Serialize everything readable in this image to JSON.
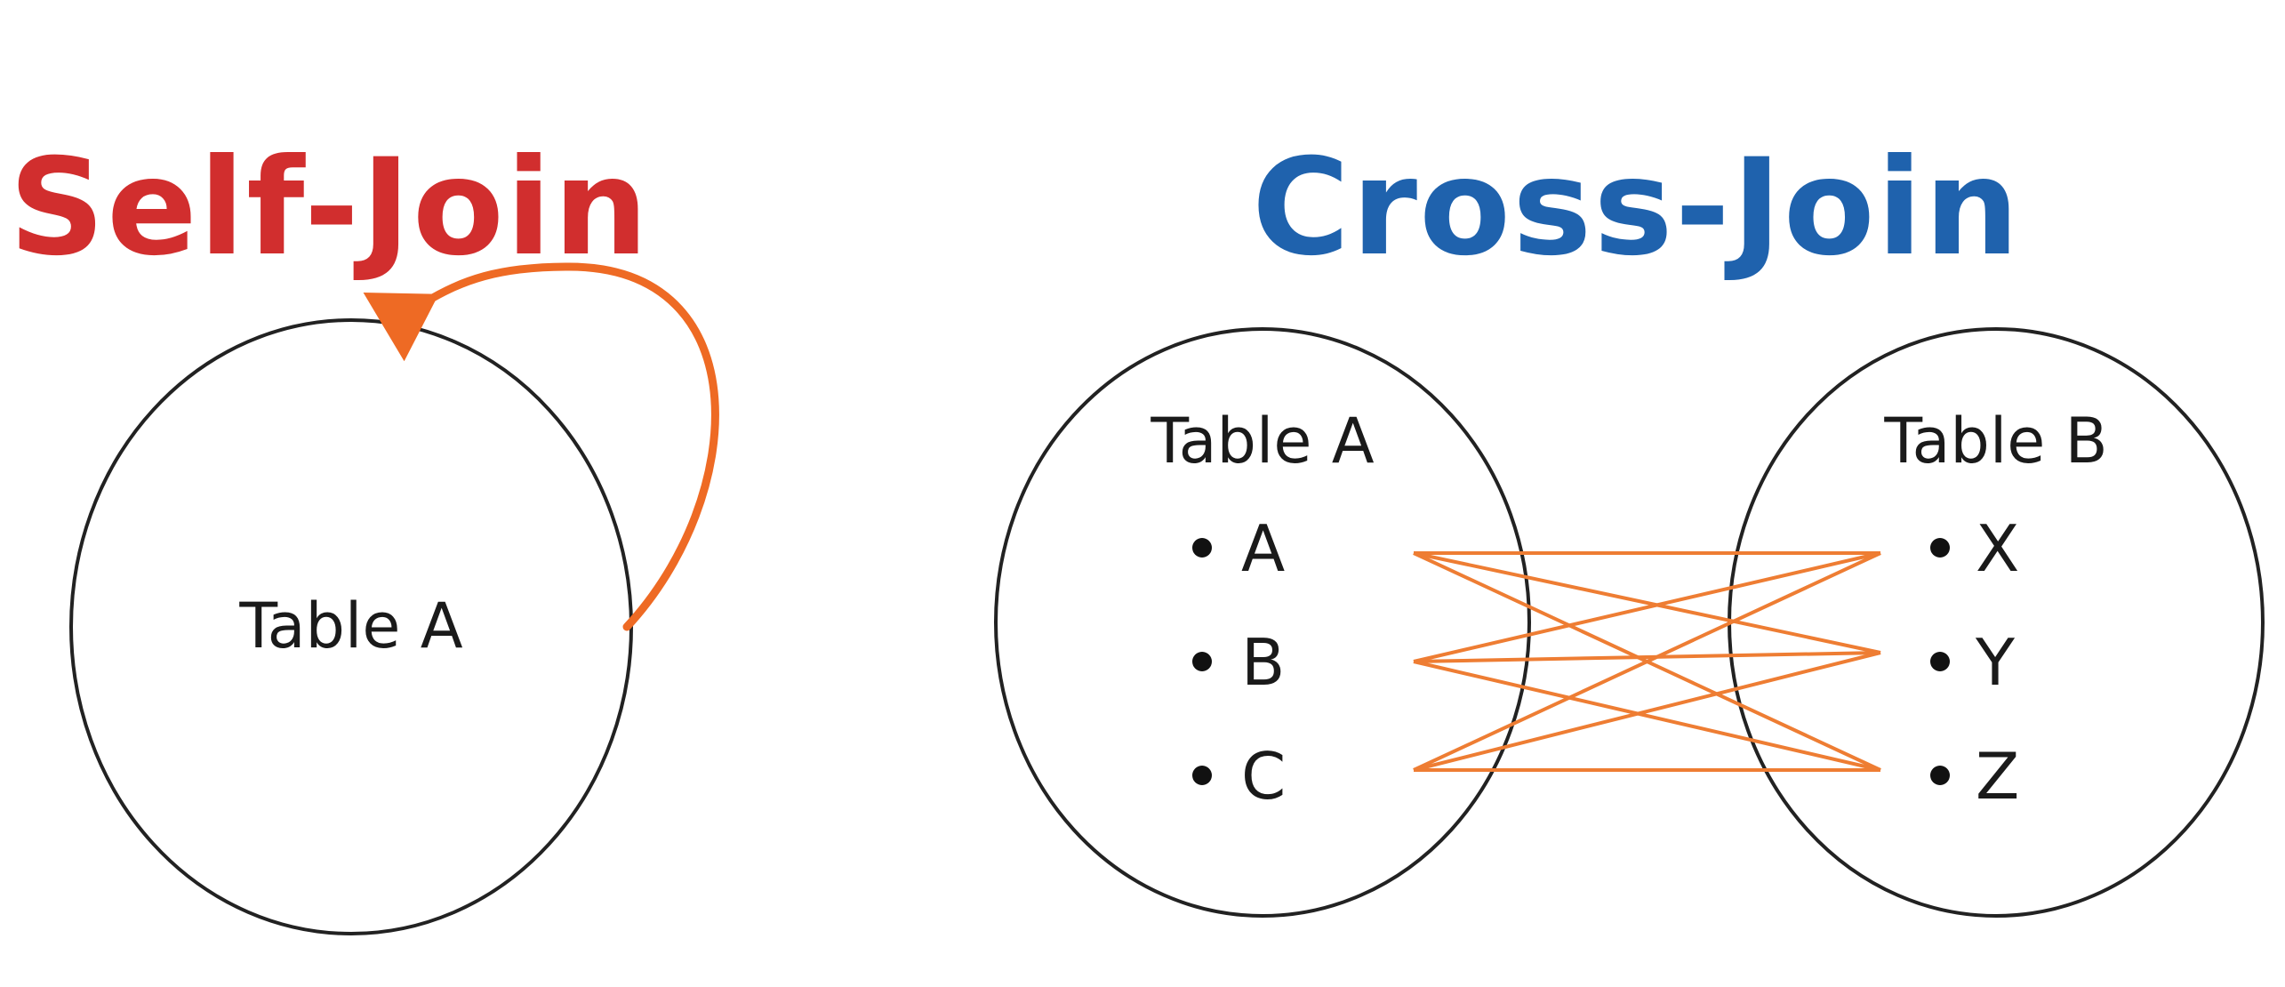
{
  "self_join": {
    "title": "Self-Join",
    "title_color": "#d12e2e",
    "table_label": "Table A",
    "arrow_color": "#ee6a24"
  },
  "cross_join": {
    "title": "Cross-Join",
    "title_color": "#1f62ad",
    "line_color": "#ee7d33",
    "table_a": {
      "label": "Table A",
      "items": [
        "A",
        "B",
        "C"
      ]
    },
    "table_b": {
      "label": "Table B",
      "items": [
        "X",
        "Y",
        "Z"
      ]
    }
  }
}
